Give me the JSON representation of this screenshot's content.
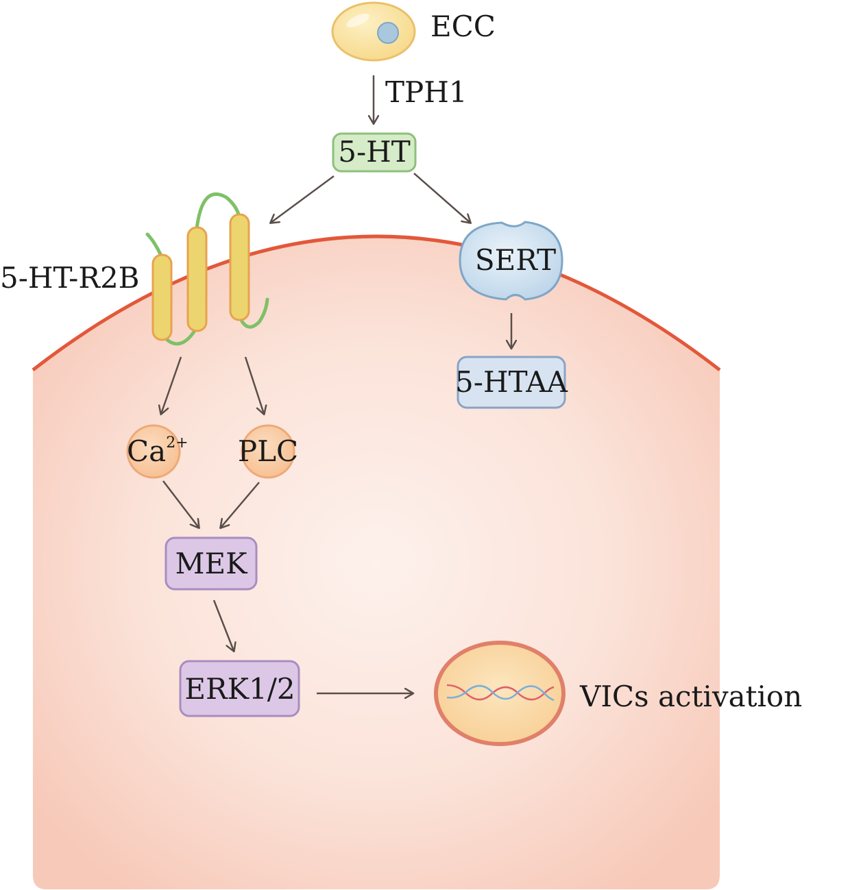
{
  "labels": {
    "ecc": "ECC",
    "tph1": "TPH1",
    "serotonin": "5-HT",
    "receptor": "5-HT-R2B",
    "sert": "SERT",
    "metabolite": "5-HTAA",
    "calcium_base": "Ca",
    "calcium_sup": "2+",
    "plc": "PLC",
    "mek": "MEK",
    "erk": "ERK1/2",
    "outcome": "VICs activation"
  },
  "colors": {
    "cell_fill": "#f7c9b9",
    "cell_center": "#fdf1ec",
    "membrane": "#e2583a",
    "ecc_fill": "#f6d98a",
    "ecc_nucleus": "#a9c8dd",
    "ht_box": "#d6ebc8",
    "ht_border": "#8cc07a",
    "sert_fill": "#c5dced",
    "sert_border": "#7ea6c6",
    "htaa_fill": "#d8e3f1",
    "htaa_border": "#8aa3c4",
    "receptor_fill": "#ecd56e",
    "receptor_border": "#e7a24f",
    "receptor_loop": "#7fc068",
    "node_fill": "#f8c79a",
    "node_border": "#eda977",
    "kinase_fill": "#dcc8e6",
    "kinase_border": "#a98cc0",
    "nucleus_fill": "#f9d29a",
    "nucleus_border": "#e0806a",
    "dna_red": "#e0606a",
    "dna_blue": "#7aafd9",
    "arrow": "#5a4e4a"
  }
}
